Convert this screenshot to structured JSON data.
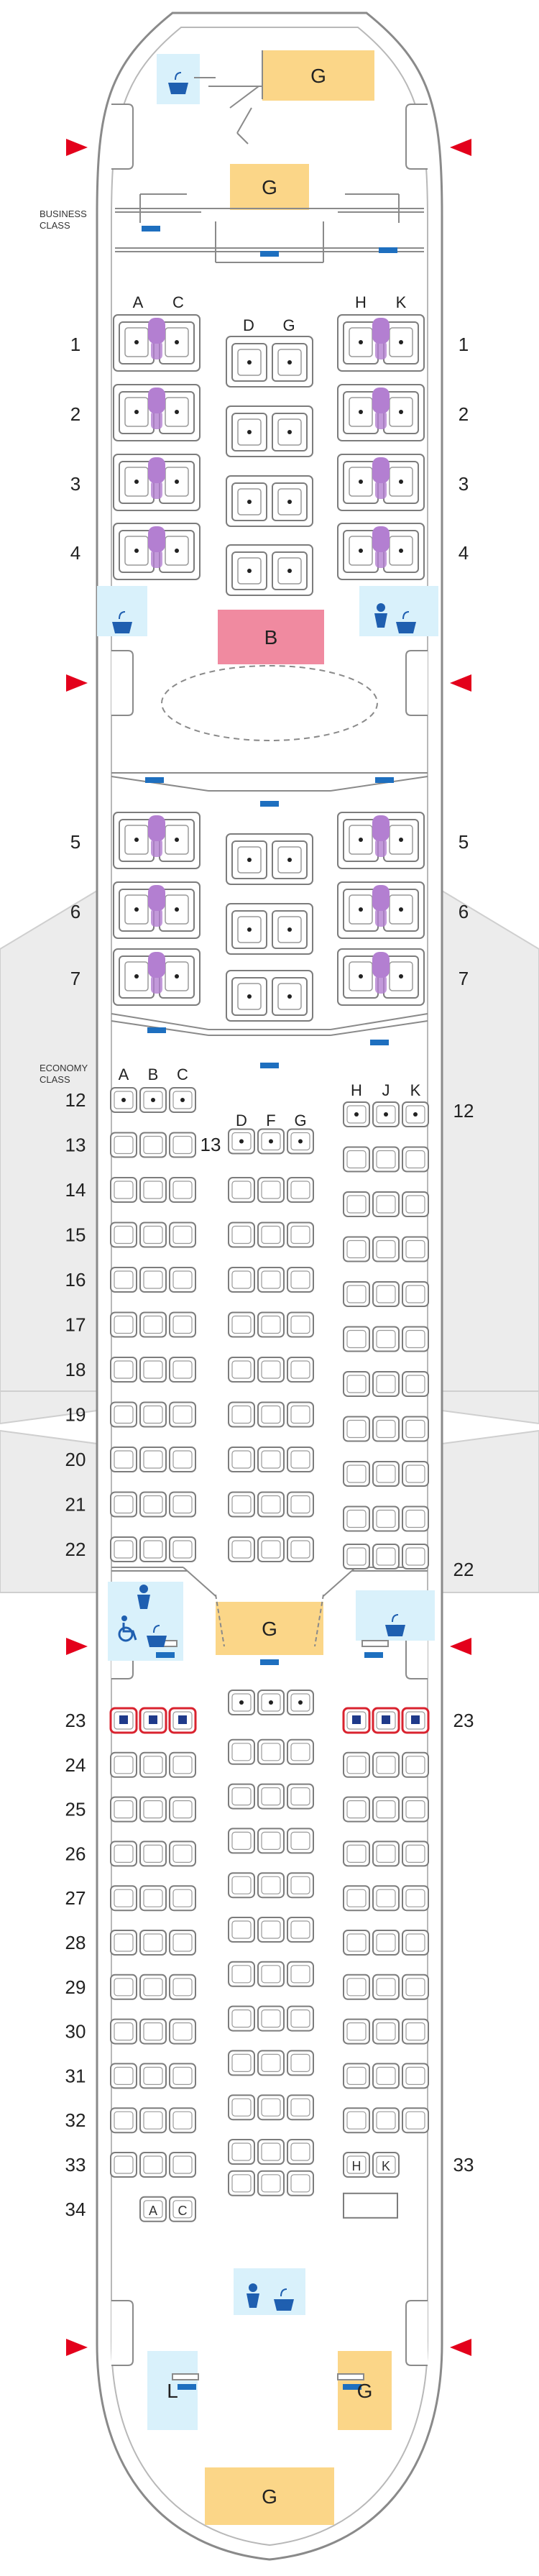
{
  "colors": {
    "galley": "#fbd688",
    "lavatory": "#d9f1fb",
    "bar": "#f08aa0",
    "exit": "#e3001b",
    "exit_marker": "#1e6fbf",
    "business_pod": "#b37fd1",
    "seat_outline": "#7c7c7c",
    "restricted": "#d9232f"
  },
  "section_labels": {
    "business_1": "BUSINESS",
    "business_2": "CLASS",
    "economy_1": "ECONOMY",
    "economy_2": "CLASS"
  },
  "facilities": {
    "galley": "G",
    "lavatory": "L",
    "bar": "B"
  },
  "icons": [
    "lavatory-sink-icon",
    "baby-change-icon",
    "wheelchair-icon",
    "exit-arrow-icon"
  ],
  "business": {
    "columns_left": [
      "A",
      "C"
    ],
    "columns_center": [
      "D",
      "G"
    ],
    "columns_right": [
      "H",
      "K"
    ],
    "rows_front": [
      "1",
      "2",
      "3",
      "4"
    ],
    "rows_rear": [
      "5",
      "6",
      "7"
    ]
  },
  "economy": {
    "columns_left": [
      "A",
      "B",
      "C"
    ],
    "columns_center": [
      "D",
      "F",
      "G"
    ],
    "columns_right": [
      "H",
      "J",
      "K"
    ],
    "rows_fwd": [
      "12",
      "13",
      "14",
      "15",
      "16",
      "17",
      "18",
      "19",
      "20",
      "21",
      "22"
    ],
    "rows_aft": [
      "23",
      "24",
      "25",
      "26",
      "27",
      "28",
      "29",
      "30",
      "31",
      "32",
      "33",
      "34"
    ],
    "row33_seats": [
      "H",
      "K"
    ],
    "row34_seats": [
      "A",
      "C"
    ]
  }
}
